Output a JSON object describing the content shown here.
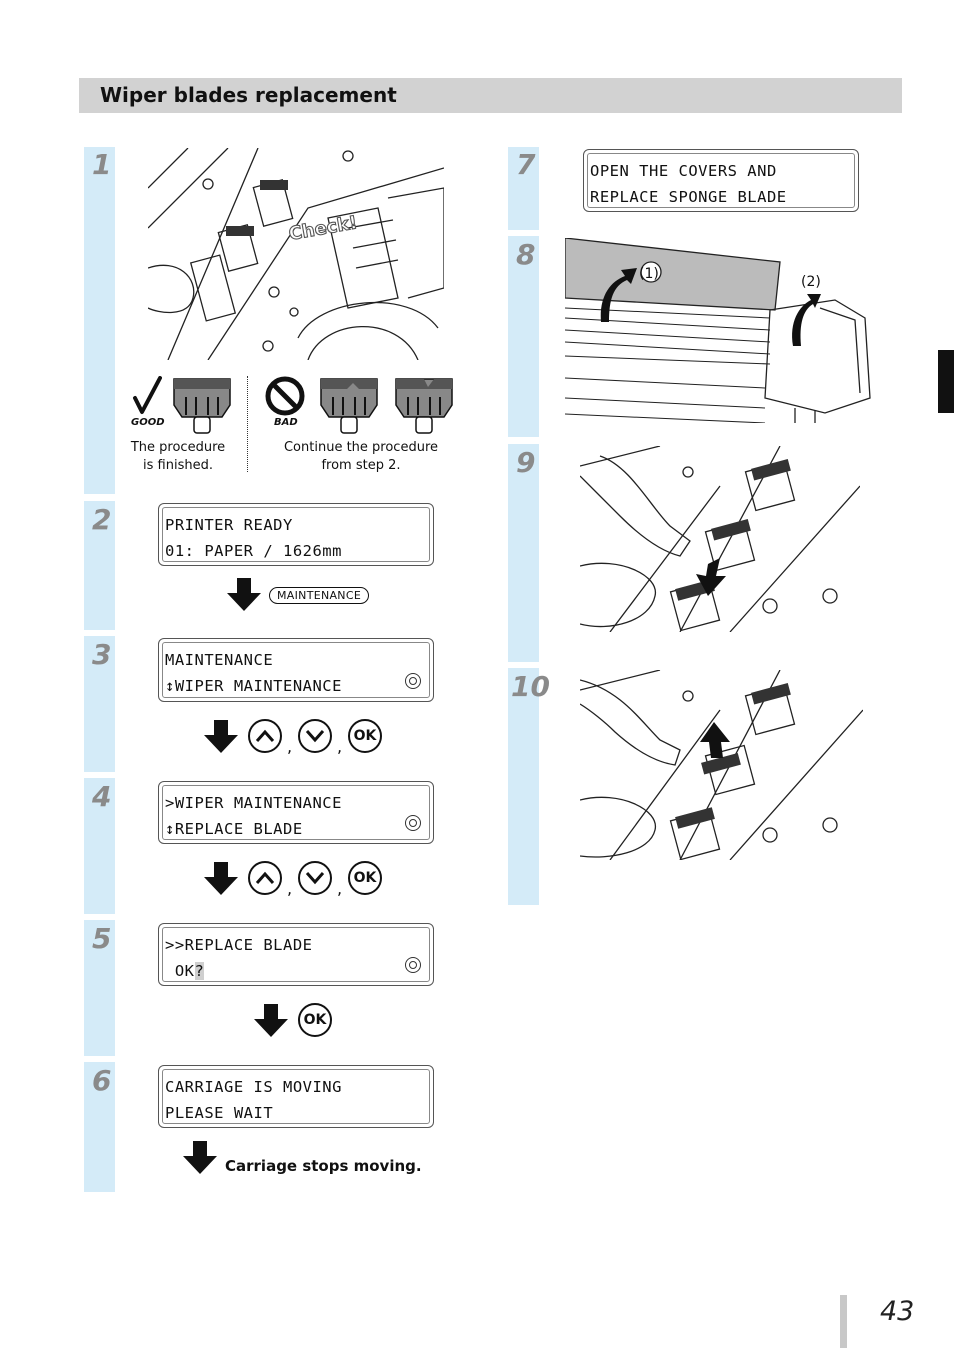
{
  "header": {
    "title": "Wiper blades replacement"
  },
  "steps": [
    {
      "num": "1"
    },
    {
      "num": "2"
    },
    {
      "num": "3"
    },
    {
      "num": "4"
    },
    {
      "num": "5"
    },
    {
      "num": "6"
    },
    {
      "num": "7"
    },
    {
      "num": "8"
    },
    {
      "num": "9"
    },
    {
      "num": "10"
    }
  ],
  "step1": {
    "check_label": "Check!",
    "good_label": "GOOD",
    "bad_label": "BAD",
    "good_caption_1": "The procedure",
    "good_caption_2": "is finished.",
    "bad_caption_1": "Continue the procedure",
    "bad_caption_2": "from step 2."
  },
  "lcd2": {
    "line1": "PRINTER READY",
    "line2": "01: PAPER / 1626mm"
  },
  "maintenance_button": "MAINTENANCE",
  "lcd3": {
    "line1": "MAINTENANCE",
    "line2": "↕WIPER MAINTENANCE"
  },
  "lcd4": {
    "line1": ">WIPER MAINTENANCE",
    "line2": "↕REPLACE BLADE"
  },
  "lcd5": {
    "line1": ">>REPLACE BLADE",
    "line2_a": " OK",
    "line2_b": "?"
  },
  "lcd6": {
    "line1": "CARRIAGE IS MOVING",
    "line2": "PLEASE WAIT"
  },
  "lcd7": {
    "line1": "OPEN THE COVERS AND",
    "line2": "REPLACE SPONGE BLADE"
  },
  "buttons": {
    "ok": "OK",
    "comma": ","
  },
  "step6_caption": "Carriage stops moving.",
  "step8": {
    "label1": "(1)",
    "label2": "(2)"
  },
  "page_number": "43"
}
